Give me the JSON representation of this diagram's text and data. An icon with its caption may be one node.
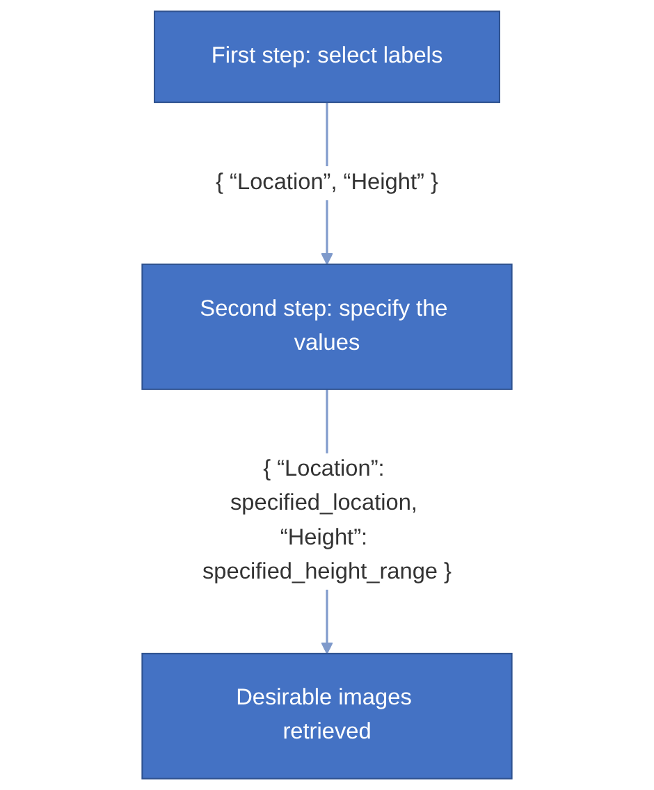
{
  "diagram": {
    "nodes": [
      {
        "text": [
          "First step: select labels"
        ]
      },
      {
        "text": [
          "Second step: specify the values"
        ]
      },
      {
        "text": [
          "Desirable images retrieved"
        ]
      }
    ],
    "edges": [
      {
        "from": 0,
        "to": 1,
        "arrow": "to",
        "label": "{ “Location”, “Height” }"
      },
      {
        "from": 1,
        "to": 2,
        "arrow": "to",
        "label": "{ “Location”: specified_location, “Height”: specified_height_range }"
      }
    ]
  }
}
